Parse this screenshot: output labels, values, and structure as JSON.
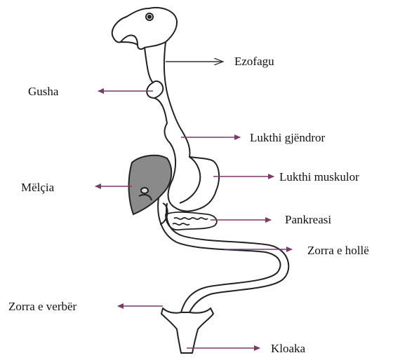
{
  "labels": {
    "ezofagu": "Ezofagu",
    "gusha": "Gusha",
    "lukthi_gjendror": "Lukthi gjëndror",
    "lukthi_muskulor": "Lukthi muskulor",
    "melcia": "Mëlçia",
    "pankreasi": "Pankreasi",
    "zorra_holle": "Zorra e hollë",
    "zorra_verber": "Zorra e verbër",
    "kloaka": "Kloaka"
  },
  "colors": {
    "outline": "#222222",
    "arrow": "#7a3a6a",
    "liver_fill": "#8a8a8a",
    "background": "#ffffff"
  }
}
